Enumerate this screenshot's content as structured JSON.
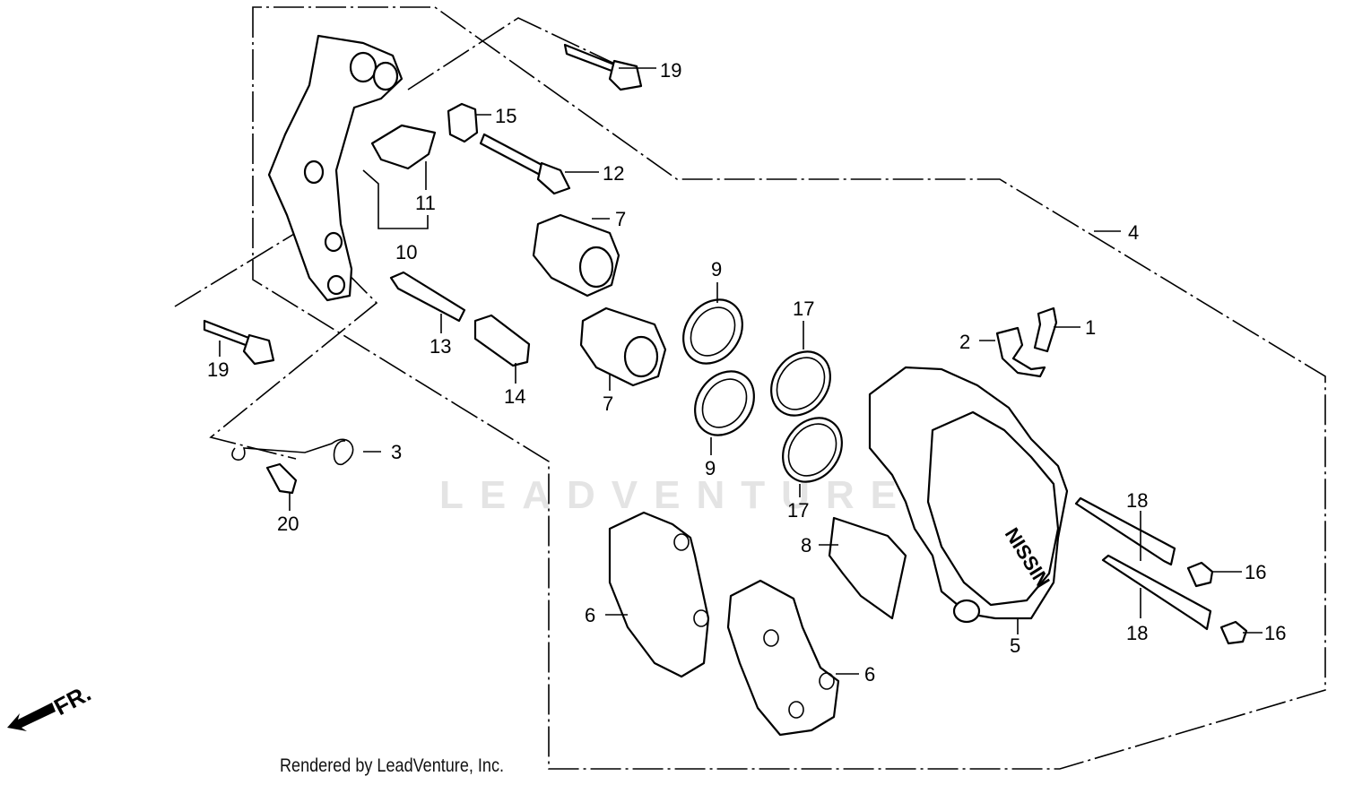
{
  "watermark": "LEADVENTURE",
  "footer": {
    "credit": "Rendered by LeadVenture, Inc."
  },
  "direction": {
    "label": "FR."
  },
  "callouts": {
    "c1": "1",
    "c2": "2",
    "c3": "3",
    "c4": "4",
    "c5": "5",
    "c6a": "6",
    "c6b": "6",
    "c7a": "7",
    "c7b": "7",
    "c8": "8",
    "c9a": "9",
    "c9b": "9",
    "c10": "10",
    "c11": "11",
    "c12": "12",
    "c13": "13",
    "c14": "14",
    "c15": "15",
    "c16a": "16",
    "c16b": "16",
    "c17a": "17",
    "c17b": "17",
    "c18a": "18",
    "c18b": "18",
    "c19a": "19",
    "c19b": "19",
    "c20": "20"
  },
  "caliper_brand": "NISSIN"
}
